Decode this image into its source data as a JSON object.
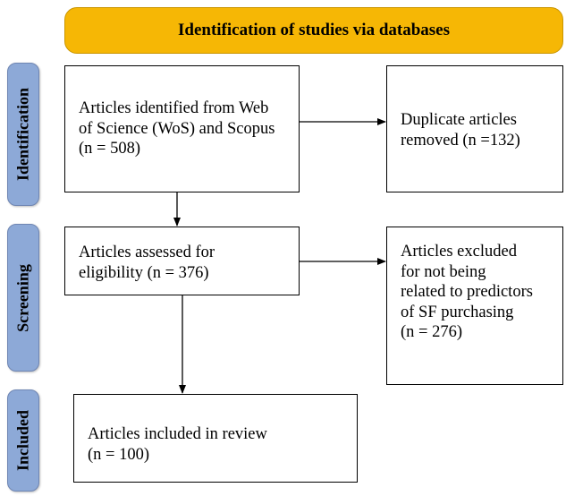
{
  "header": {
    "title": "Identification of studies via databases"
  },
  "stages": {
    "identification": "Identification",
    "screening": "Screening",
    "included": "Included"
  },
  "boxes": {
    "identified": {
      "line1": "Articles identified from Web",
      "line2": "of Science (WoS) and Scopus",
      "line3": "(n = 508)"
    },
    "duplicates": {
      "line1": "Duplicate articles",
      "line2": "removed (n =132)"
    },
    "assessed": {
      "line1": "Articles assessed for",
      "line2": "eligibility (n = 376)"
    },
    "excluded": {
      "line1": "Articles excluded",
      "line2": "for not being",
      "line3": "related to predictors",
      "line4": "of SF purchasing",
      "line5": "(n = 276)"
    },
    "included": {
      "line1": "Articles included in review",
      "line2": "(n = 100)"
    }
  },
  "colors": {
    "header_fill": "#f6b705",
    "stage_fill": "#8da9d7",
    "box_border": "#000000"
  }
}
